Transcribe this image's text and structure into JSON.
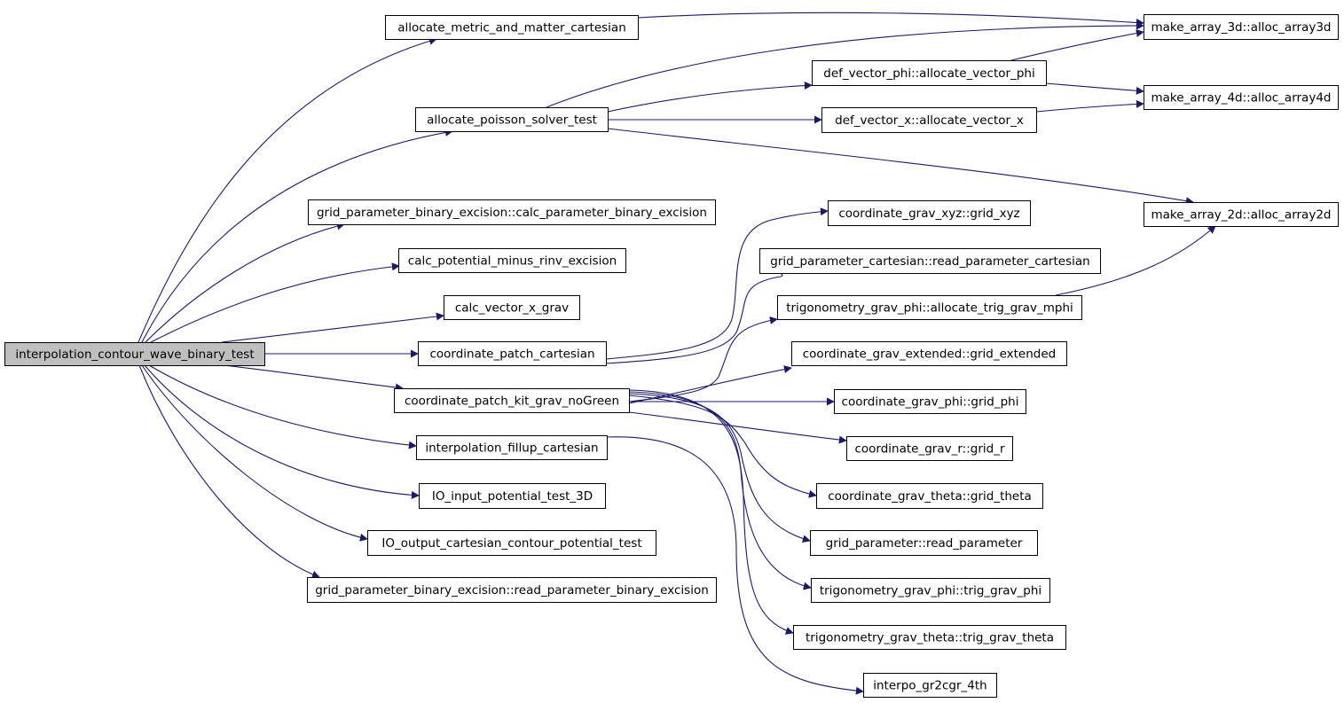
{
  "graph": {
    "edge_color": "#191970",
    "root_fill": "#bfbfbf",
    "node_fill": "#ffffff",
    "nodes": [
      {
        "id": "root",
        "label": "interpolation_contour_wave_binary_test",
        "root": true
      },
      {
        "id": "alloc_metric",
        "label": "allocate_metric_and_matter_cartesian"
      },
      {
        "id": "alloc_poisson",
        "label": "allocate_poisson_solver_test"
      },
      {
        "id": "calc_param_bin",
        "label": "grid_parameter_binary_excision::calc_parameter_binary_excision"
      },
      {
        "id": "calc_pot",
        "label": "calc_potential_minus_rinv_excision"
      },
      {
        "id": "calc_vec",
        "label": "calc_vector_x_grav"
      },
      {
        "id": "coord_patch_cart",
        "label": "coordinate_patch_cartesian"
      },
      {
        "id": "coord_patch_kit",
        "label": "coordinate_patch_kit_grav_noGreen"
      },
      {
        "id": "interp_fill",
        "label": "interpolation_fillup_cartesian"
      },
      {
        "id": "io_input",
        "label": "IO_input_potential_test_3D"
      },
      {
        "id": "io_output",
        "label": "IO_output_cartesian_contour_potential_test"
      },
      {
        "id": "read_param_bin",
        "label": "grid_parameter_binary_excision::read_parameter_binary_excision"
      },
      {
        "id": "alloc_phi",
        "label": "def_vector_phi::allocate_vector_phi"
      },
      {
        "id": "alloc_x",
        "label": "def_vector_x::allocate_vector_x"
      },
      {
        "id": "grid_xyz",
        "label": "coordinate_grav_xyz::grid_xyz"
      },
      {
        "id": "read_param_cart",
        "label": "grid_parameter_cartesian::read_parameter_cartesian"
      },
      {
        "id": "alloc_trig",
        "label": "trigonometry_grav_phi::allocate_trig_grav_mphi"
      },
      {
        "id": "grid_ext",
        "label": "coordinate_grav_extended::grid_extended"
      },
      {
        "id": "grid_phi",
        "label": "coordinate_grav_phi::grid_phi"
      },
      {
        "id": "grid_r",
        "label": "coordinate_grav_r::grid_r"
      },
      {
        "id": "grid_theta",
        "label": "coordinate_grav_theta::grid_theta"
      },
      {
        "id": "read_param",
        "label": "grid_parameter::read_parameter"
      },
      {
        "id": "trig_phi",
        "label": "trigonometry_grav_phi::trig_grav_phi"
      },
      {
        "id": "trig_theta",
        "label": "trigonometry_grav_theta::trig_grav_theta"
      },
      {
        "id": "interpo",
        "label": "interpo_gr2cgr_4th"
      },
      {
        "id": "arr3d",
        "label": "make_array_3d::alloc_array3d"
      },
      {
        "id": "arr4d",
        "label": "make_array_4d::alloc_array4d"
      },
      {
        "id": "arr2d",
        "label": "make_array_2d::alloc_array2d"
      }
    ],
    "edges": [
      [
        "root",
        "alloc_metric"
      ],
      [
        "root",
        "alloc_poisson"
      ],
      [
        "root",
        "calc_param_bin"
      ],
      [
        "root",
        "calc_pot"
      ],
      [
        "root",
        "calc_vec"
      ],
      [
        "root",
        "coord_patch_cart"
      ],
      [
        "root",
        "coord_patch_kit"
      ],
      [
        "root",
        "interp_fill"
      ],
      [
        "root",
        "io_input"
      ],
      [
        "root",
        "io_output"
      ],
      [
        "root",
        "read_param_bin"
      ],
      [
        "alloc_metric",
        "arr3d"
      ],
      [
        "alloc_poisson",
        "arr3d"
      ],
      [
        "alloc_poisson",
        "alloc_phi"
      ],
      [
        "alloc_poisson",
        "alloc_x"
      ],
      [
        "alloc_poisson",
        "arr2d"
      ],
      [
        "alloc_phi",
        "arr3d"
      ],
      [
        "alloc_phi",
        "arr4d"
      ],
      [
        "alloc_x",
        "arr4d"
      ],
      [
        "alloc_trig",
        "arr2d"
      ],
      [
        "coord_patch_cart",
        "grid_xyz"
      ],
      [
        "coord_patch_cart",
        "read_param_cart"
      ],
      [
        "coord_patch_kit",
        "alloc_trig"
      ],
      [
        "coord_patch_kit",
        "grid_ext"
      ],
      [
        "coord_patch_kit",
        "grid_phi"
      ],
      [
        "coord_patch_kit",
        "grid_r"
      ],
      [
        "coord_patch_kit",
        "grid_theta"
      ],
      [
        "coord_patch_kit",
        "read_param"
      ],
      [
        "coord_patch_kit",
        "trig_phi"
      ],
      [
        "coord_patch_kit",
        "trig_theta"
      ],
      [
        "interp_fill",
        "interpo"
      ]
    ]
  }
}
